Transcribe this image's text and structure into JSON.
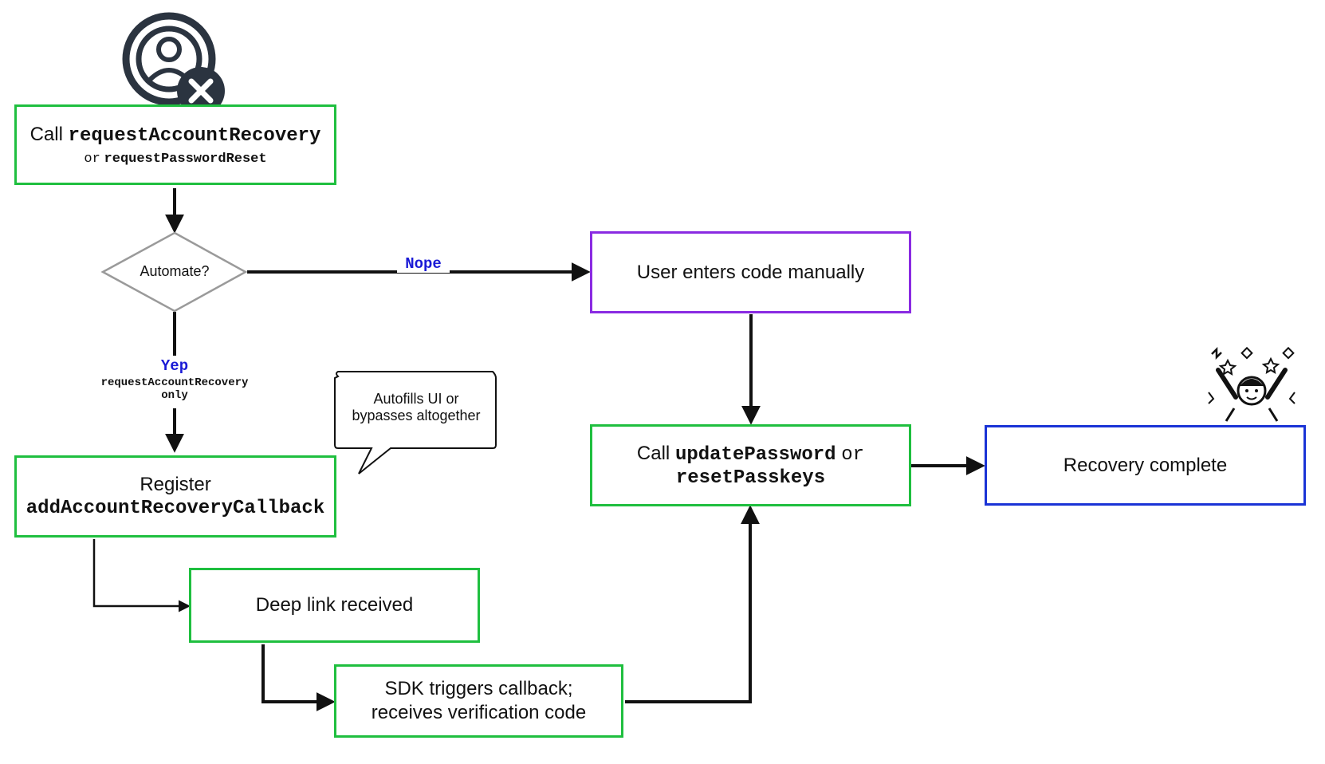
{
  "nodes": {
    "start": {
      "prefix": "Call",
      "code": "requestAccountRecovery",
      "alt_prefix": "or",
      "alt_code": "requestPasswordReset"
    },
    "decision": {
      "label": "Automate?"
    },
    "manual": {
      "label": "User enters code manually"
    },
    "register": {
      "prefix": "Register",
      "code": "addAccountRecoveryCallback"
    },
    "deeplink": {
      "label": "Deep link received"
    },
    "sdk": {
      "line1": "SDK triggers callback;",
      "line2": "receives verification code"
    },
    "update": {
      "prefix": "Call",
      "code1": "updatePassword",
      "or": "or",
      "code2": "resetPasskeys"
    },
    "complete": {
      "label": "Recovery complete"
    }
  },
  "edges": {
    "nope": "Nope",
    "yep": "Yep",
    "yep_note1": "requestAccountRecovery",
    "yep_note2": "only"
  },
  "callout": {
    "line1": "Autofills UI or",
    "line2": "bypasses altogether"
  },
  "icons": {
    "start_icon": "user-x-icon",
    "complete_icon": "celebrating-person-icon"
  },
  "colors": {
    "green": "#1fbf3f",
    "purple": "#8a2be2",
    "blue": "#1a33d6",
    "edge_label": "#1a1ad6",
    "icon_dark": "#2b3440"
  }
}
